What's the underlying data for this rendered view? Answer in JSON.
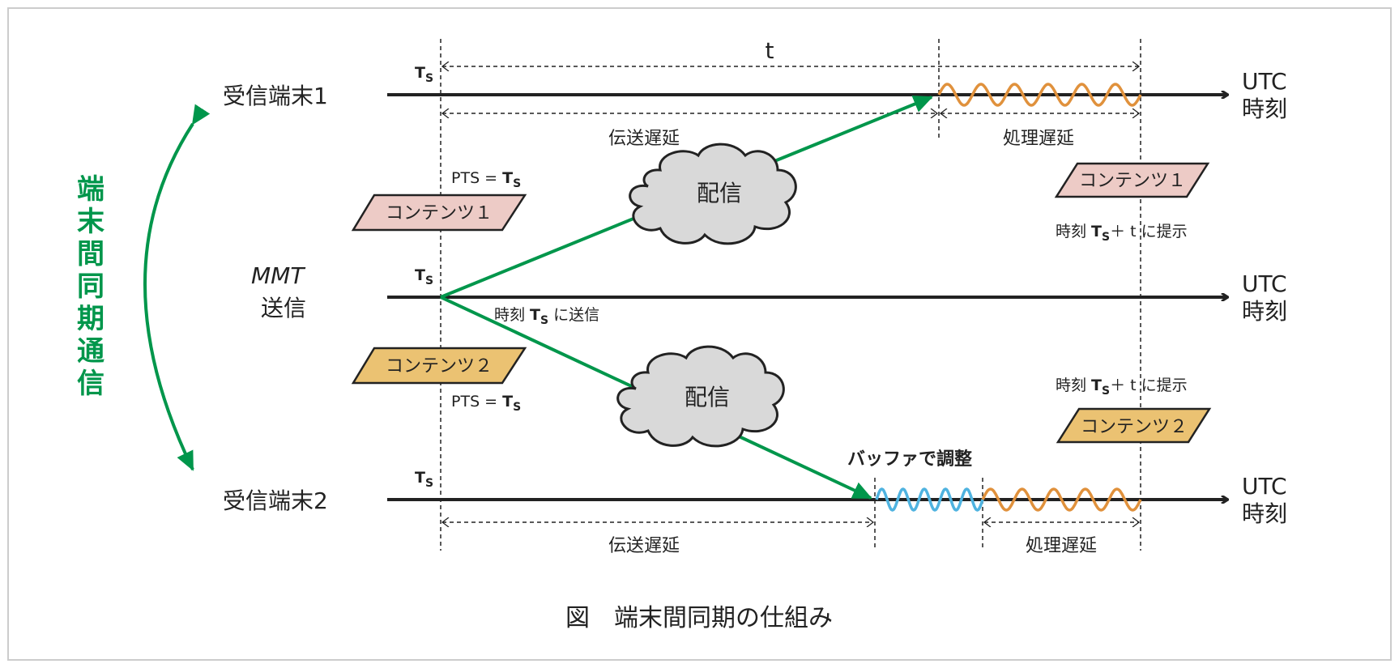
{
  "receiver1": {
    "label": "受信端末1",
    "ts": "T",
    "ts_sub": "S",
    "axis_label_1": "UTC",
    "axis_label_2": "時刻"
  },
  "sender": {
    "label_1": "MMT",
    "label_2": "送信",
    "ts": "T",
    "ts_sub": "S",
    "send_note_prefix": "時刻 ",
    "send_note_t": "T",
    "send_note_sub": "S",
    "send_note_suffix": " に送信",
    "axis_label_1": "UTC",
    "axis_label_2": "時刻"
  },
  "receiver2": {
    "label": "受信端末2",
    "ts": "T",
    "ts_sub": "S",
    "axis_label_1": "UTC",
    "axis_label_2": "時刻"
  },
  "t_label": "t",
  "transmission_delay": "伝送遅延",
  "processing_delay": "処理遅延",
  "distribution": "配信",
  "buffer_note": "バッファで調整",
  "content1": "コンテンツ１",
  "content2": "コンテンツ２",
  "pts_prefix": "PTS = ",
  "pts_t": "T",
  "pts_sub": "S",
  "present_prefix": "時刻 ",
  "present_t": "T",
  "present_sub": "S",
  "present_suffix": "＋ t に提示",
  "sync_label": [
    "端",
    "末",
    "間",
    "同",
    "期",
    "通",
    "信"
  ],
  "caption": "図　端末間同期の仕組み",
  "colors": {
    "green": "#00964B",
    "orange": "#E0913C",
    "blue": "#4FB3E0",
    "pink": "#EDCBC6",
    "gold": "#EBC272",
    "cloud": "#D9D9D9"
  }
}
